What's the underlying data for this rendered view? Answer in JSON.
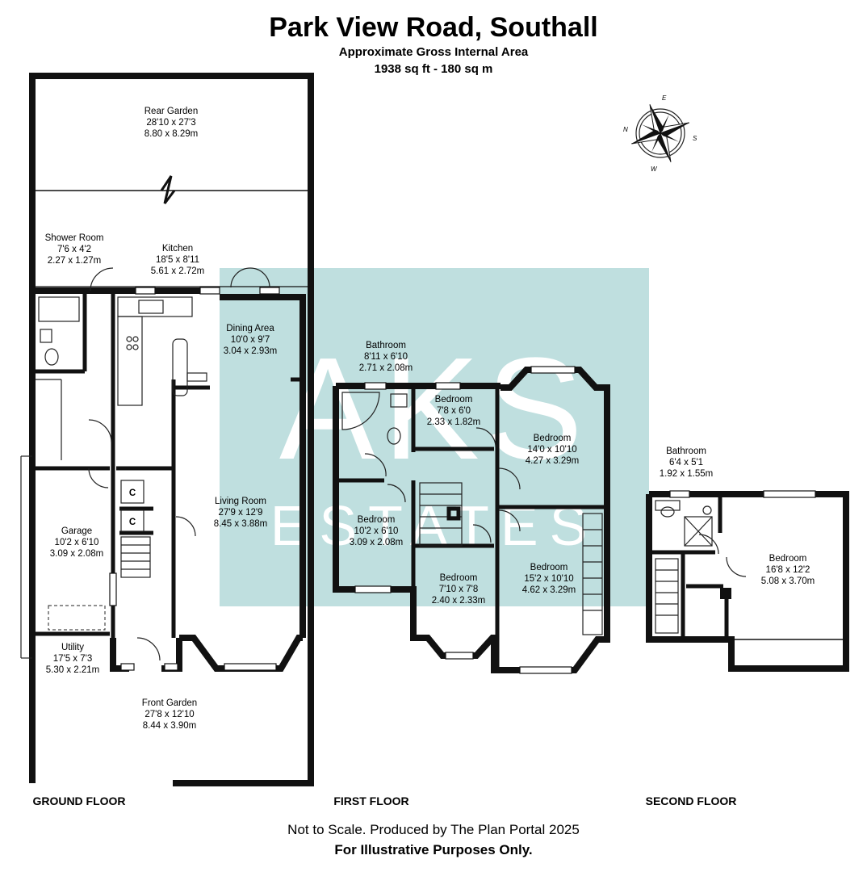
{
  "header": {
    "title": "Park View Road, Southall",
    "subtitle": "Approximate Gross Internal Area",
    "area": "1938 sq ft - 180 sq m"
  },
  "watermark": {
    "top": "AKS",
    "bottom": "ESTATES",
    "color": "#bfdfdf"
  },
  "compass": {
    "n": "N",
    "e": "E",
    "s": "S",
    "w": "W"
  },
  "floors": {
    "ground": "GROUND FLOOR",
    "first": "FIRST FLOOR",
    "second": "SECOND FLOOR"
  },
  "rooms": {
    "rear_garden": {
      "name": "Rear Garden",
      "imperial": "28'10 x 27'3",
      "metric": "8.80 x 8.29m"
    },
    "shower_room": {
      "name": "Shower Room",
      "imperial": "7'6 x 4'2",
      "metric": "2.27 x 1.27m"
    },
    "kitchen": {
      "name": "Kitchen",
      "imperial": "18'5 x 8'11",
      "metric": "5.61 x 2.72m"
    },
    "dining": {
      "name": "Dining Area",
      "imperial": "10'0 x 9'7",
      "metric": "3.04 x 2.93m"
    },
    "living": {
      "name": "Living Room",
      "imperial": "27'9 x 12'9",
      "metric": "8.45 x 3.88m"
    },
    "garage": {
      "name": "Garage",
      "imperial": "10'2 x 6'10",
      "metric": "3.09 x 2.08m"
    },
    "utility": {
      "name": "Utility",
      "imperial": "17'5 x 7'3",
      "metric": "5.30 x 2.21m"
    },
    "front_garden": {
      "name": "Front Garden",
      "imperial": "27'8 x 12'10",
      "metric": "8.44 x 3.90m"
    },
    "bath1": {
      "name": "Bathroom",
      "imperial": "8'11 x 6'10",
      "metric": "2.71 x 2.08m"
    },
    "bed_small": {
      "name": "Bedroom",
      "imperial": "7'8 x 6'0",
      "metric": "2.33 x 1.82m"
    },
    "bed_rear": {
      "name": "Bedroom",
      "imperial": "14'0 x 10'10",
      "metric": "4.27 x 3.29m"
    },
    "bed_left": {
      "name": "Bedroom",
      "imperial": "10'2 x 6'10",
      "metric": "3.09 x 2.08m"
    },
    "bed_mid": {
      "name": "Bedroom",
      "imperial": "7'10 x 7'8",
      "metric": "2.40 x 2.33m"
    },
    "bed_front": {
      "name": "Bedroom",
      "imperial": "15'2 x 10'10",
      "metric": "4.62 x 3.29m"
    },
    "bath2": {
      "name": "Bathroom",
      "imperial": "6'4 x 5'1",
      "metric": "1.92 x 1.55m"
    },
    "bed_loft": {
      "name": "Bedroom",
      "imperial": "16'8 x 12'2",
      "metric": "5.08 x 3.70m"
    }
  },
  "cupboard_label": "C",
  "footer": {
    "line1": "Not to Scale. Produced by The Plan Portal 2025",
    "line2": "For Illustrative Purposes Only."
  }
}
